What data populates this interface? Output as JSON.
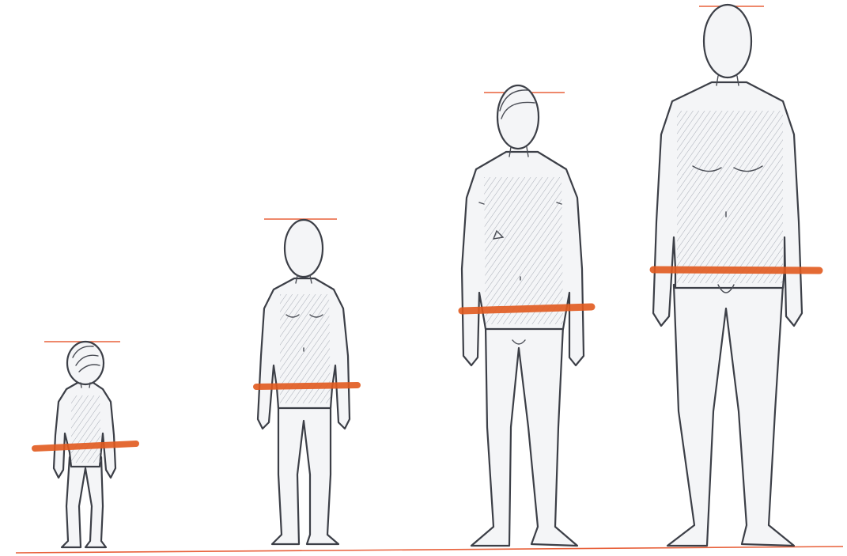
{
  "colors": {
    "background": "#ffffff",
    "sketch_stroke": "#3c3f47",
    "head_line": "#e8603a",
    "midpoint_marker": "#e25a1f",
    "ground_line": "#e8603a"
  },
  "figures": [
    {
      "id": "toddler"
    },
    {
      "id": "child"
    },
    {
      "id": "adolescent"
    },
    {
      "id": "adult"
    }
  ]
}
